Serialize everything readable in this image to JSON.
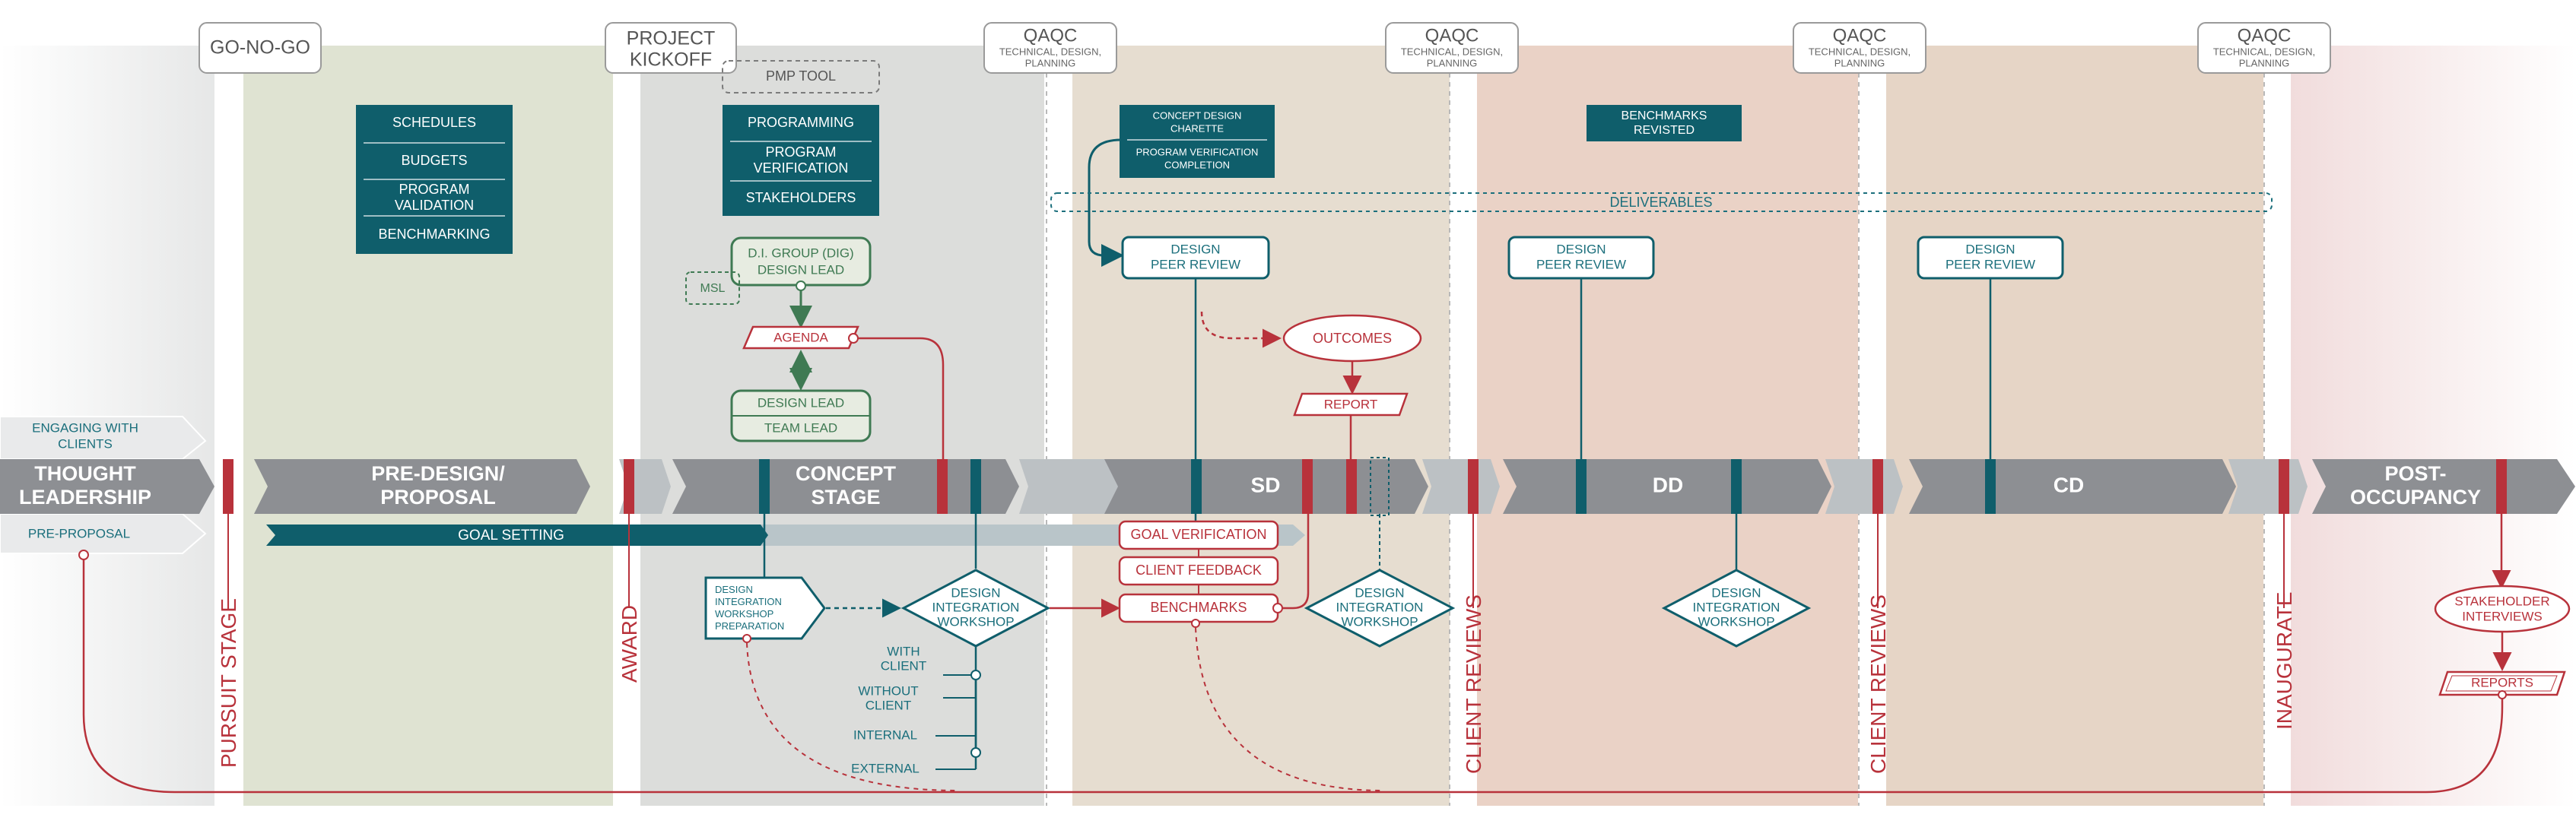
{
  "colors": {
    "teal": "#0f5e6b",
    "teal_text": "#1b6f7c",
    "green": "#3f7a53",
    "red": "#b8323b",
    "gray_band": "#8d8f93",
    "gray_light": "#bcc1c4",
    "bg_green": "#dfe3d2",
    "bg_gray": "#dcdddb",
    "bg_tan": "#e6ddd0",
    "bg_peach": "#ead2c6",
    "bg_pink": "#f1dcdc"
  },
  "milestones": {
    "go_no_go": "GO-NO-GO",
    "kickoff_line1": "PROJECT",
    "kickoff_line2": "KICKOFF",
    "qaqc": "QAQC",
    "qaqc_sub1": "TECHNICAL, DESIGN,",
    "qaqc_sub2": "PLANNING"
  },
  "vertical_labels": {
    "pursuit": "PURSUIT STAGE",
    "award": "AWARD",
    "client_reviews": "CLIENT REVIEWS",
    "inaugurate": "INAUGURATE"
  },
  "band": {
    "engaging_line1": "ENGAGING WITH",
    "engaging_line2": "CLIENTS",
    "thought_line1": "THOUGHT",
    "thought_line2": "LEADERSHIP",
    "pre_proposal": "PRE-PROPOSAL",
    "predesign_line1": "PRE-DESIGN/",
    "predesign_line2": "PROPOSAL",
    "concept_line1": "CONCEPT",
    "concept_line2": "STAGE",
    "sd": "SD",
    "dd": "DD",
    "cd": "CD",
    "post_line1": "POST-",
    "post_line2": "OCCUPANCY",
    "goal_setting": "GOAL SETTING"
  },
  "predesign_tasks": [
    "SCHEDULES",
    "BUDGETS",
    "PROGRAM",
    "VALIDATION",
    "BENCHMARKING"
  ],
  "concept": {
    "pmp_tool": "PMP TOOL",
    "programming": "PROGRAMMING",
    "prog_verif_line1": "PROGRAM",
    "prog_verif_line2": "VERIFICATION",
    "stakeholders": "STAKEHOLDERS",
    "dig_line1": "D.I. GROUP (DIG)",
    "dig_line2": "DESIGN LEAD",
    "msl": "MSL",
    "agenda": "AGENDA",
    "design_lead": "DESIGN LEAD",
    "team_lead": "TEAM LEAD",
    "prep_lines": [
      "DESIGN",
      "INTEGRATION",
      "WORKSHOP",
      "PREPARATION"
    ],
    "workshop_line1": "DESIGN",
    "workshop_line2": "INTEGRATION",
    "workshop_line3": "WORKSHOP",
    "with_line1": "WITH",
    "with_line2": "CLIENT",
    "without_line1": "WITHOUT",
    "without_line2": "CLIENT",
    "internal": "INTERNAL",
    "external": "EXTERNAL"
  },
  "sd": {
    "charette_line1": "CONCEPT DESIGN",
    "charette_line2": "CHARETTE",
    "pv_completion_line1": "PROGRAM VERIFICATION",
    "pv_completion_line2": "COMPLETION",
    "deliverables": "DELIVERABLES",
    "peer_line1": "DESIGN",
    "peer_line2": "PEER REVIEW",
    "outcomes": "OUTCOMES",
    "report": "REPORT",
    "goal_verification": "GOAL VERIFICATION",
    "client_feedback": "CLIENT FEEDBACK",
    "benchmarks": "BENCHMARKS"
  },
  "dd": {
    "benchmarks_revisited_line1": "BENCHMARKS",
    "benchmarks_revisited_line2": "REVISTED"
  },
  "post": {
    "stakeholder_line1": "STAKEHOLDER",
    "stakeholder_line2": "INTERVIEWS",
    "reports": "REPORTS"
  }
}
